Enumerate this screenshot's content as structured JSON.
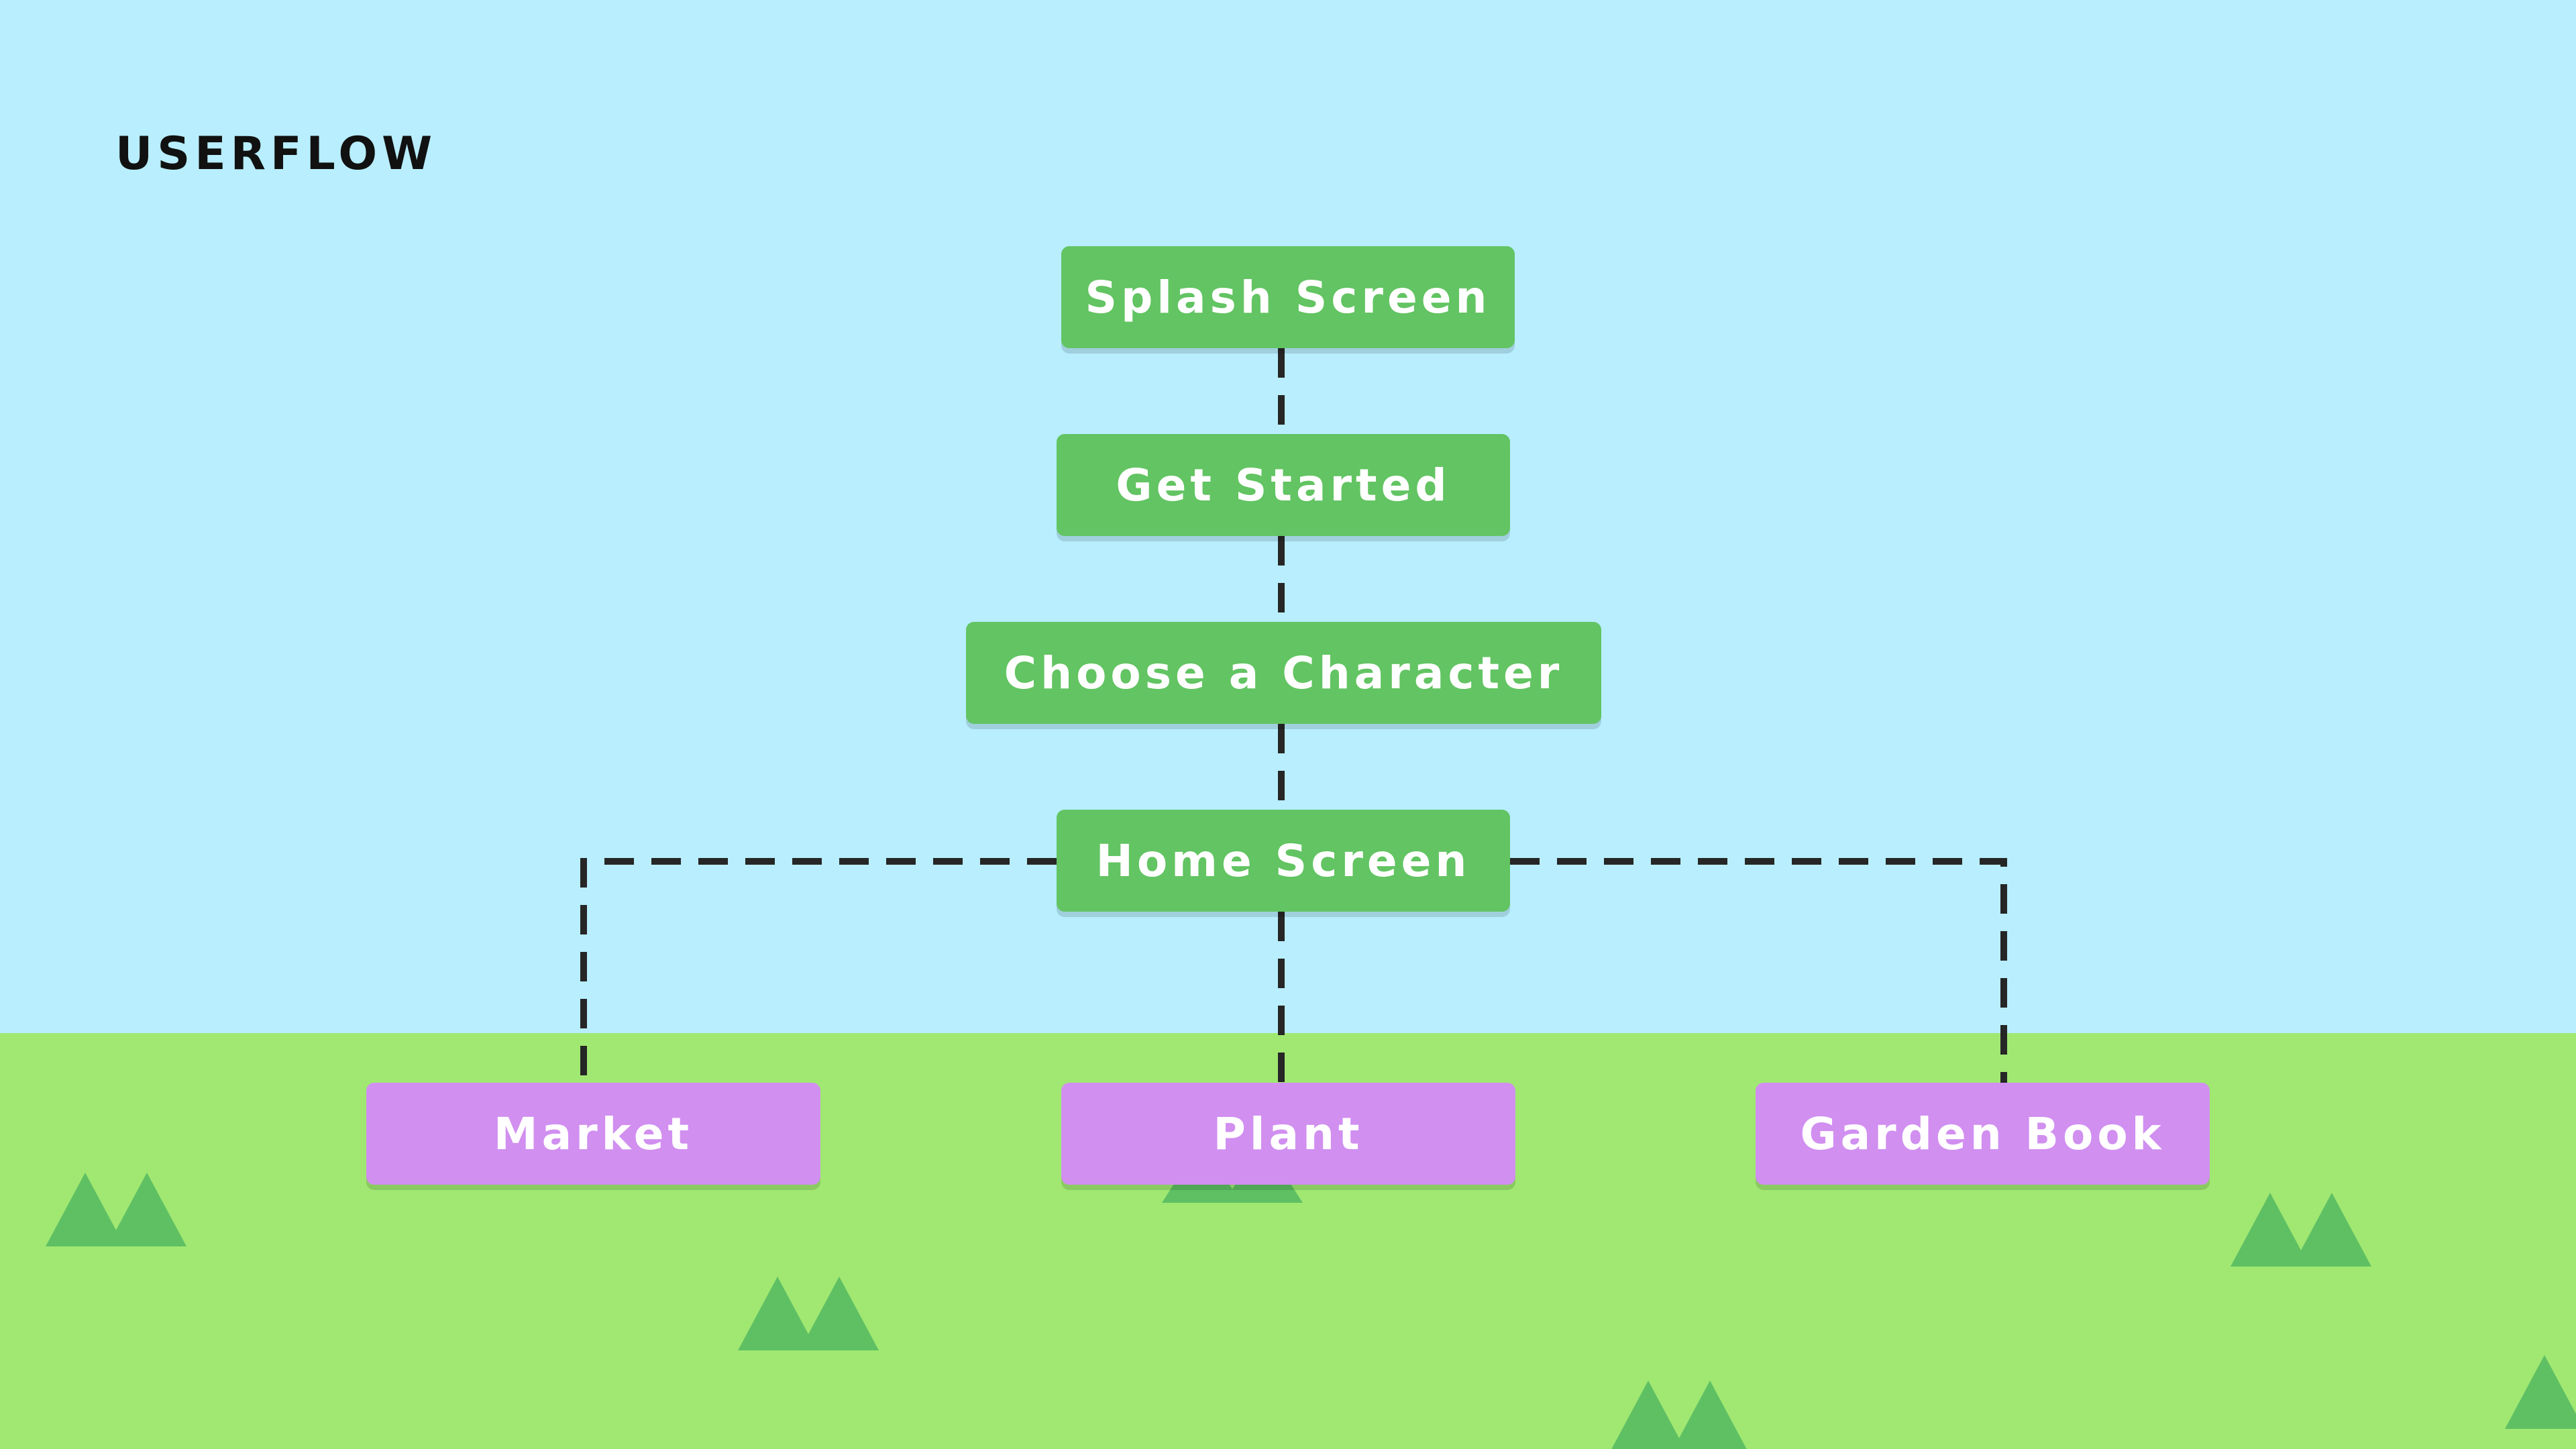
{
  "title": "USERFLOW",
  "colors": {
    "sky": "#b8eefe",
    "ground": "#a0e872",
    "step_node": "#62c462",
    "destination_node": "#d18ff0",
    "mountain": "#5fc063",
    "connector": "#262626",
    "title_text": "#111111"
  },
  "nodes": {
    "splash": "Splash Screen",
    "get_started": "Get Started",
    "choose_character": "Choose a Character",
    "home": "Home Screen",
    "market": "Market",
    "plant": "Plant",
    "garden_book": "Garden Book"
  },
  "edges": [
    [
      "Splash Screen",
      "Get Started"
    ],
    [
      "Get Started",
      "Choose a Character"
    ],
    [
      "Choose a Character",
      "Home Screen"
    ],
    [
      "Home Screen",
      "Market"
    ],
    [
      "Home Screen",
      "Plant"
    ],
    [
      "Home Screen",
      "Garden Book"
    ]
  ]
}
